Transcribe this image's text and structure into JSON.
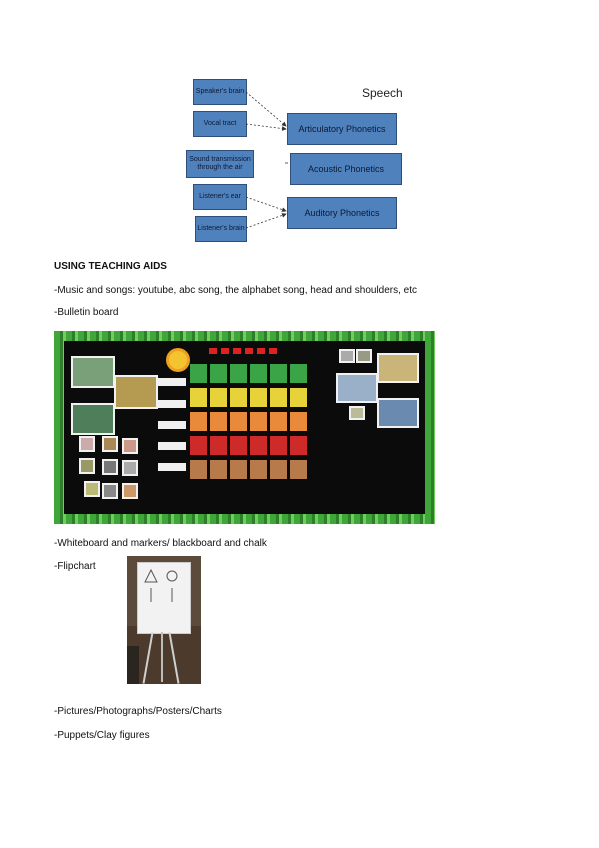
{
  "diagram": {
    "title": "Speech",
    "left_boxes": [
      "Speaker's brain",
      "Vocal tract",
      "Sound transmission through the air",
      "Listener's ear",
      "Listener's brain"
    ],
    "right_boxes": [
      "Articulatory Phonetics",
      "Acoustic Phonetics",
      "Auditory Phonetics"
    ]
  },
  "heading": "USING TEACHING AIDS",
  "lines": {
    "music": "-Music and songs: youtube, abc song, the alphabet song, head and shoulders, etc",
    "bulletin": "-Bulletin board",
    "whiteboard": "-Whiteboard and markers/ blackboard and chalk",
    "flipchart": "-Flipchart",
    "pictures": "-Pictures/Photographs/Posters/Charts",
    "puppets": "-Puppets/Clay figures"
  },
  "colors": {
    "box_fill": "#4f81bd",
    "green": "#3aa447",
    "yellow": "#e7d23a",
    "orange": "#e88a3a",
    "red": "#cf2a2a",
    "brown": "#b77a4a"
  }
}
